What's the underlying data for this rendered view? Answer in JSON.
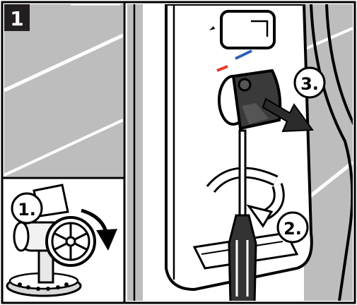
{
  "panel": {
    "number": "1",
    "number_badge_color": "#231f20",
    "outline_color": "#000000",
    "wall_shade_color": "#b8b8b8"
  },
  "steps": [
    {
      "label": "1.",
      "icon": "valve-turn-icon"
    },
    {
      "label": "2.",
      "icon": "screwdriver-icon"
    },
    {
      "label": "3.",
      "icon": "pull-arrow-icon"
    }
  ],
  "indicators": {
    "hot_color": "#e63a2b",
    "cold_color": "#2d5fb5"
  }
}
